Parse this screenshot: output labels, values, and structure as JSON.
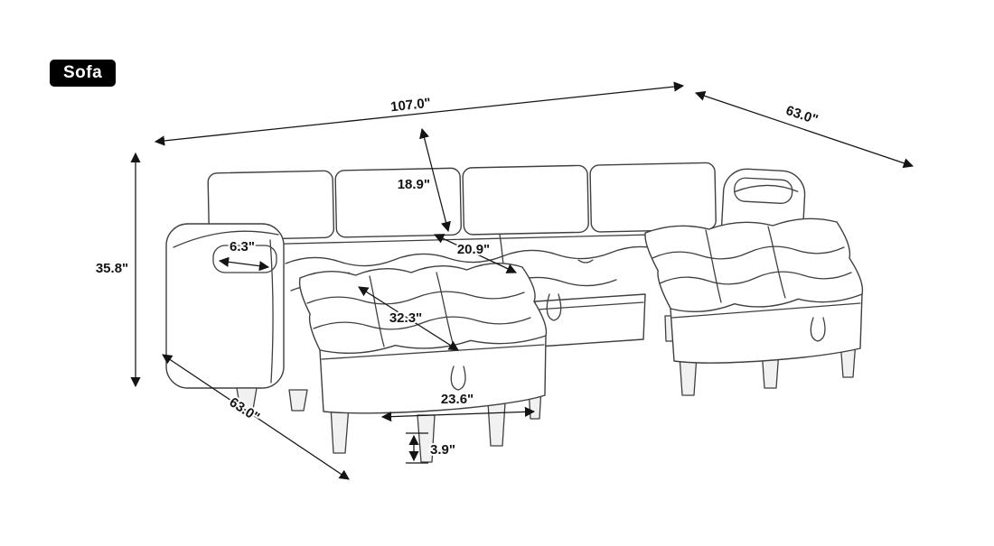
{
  "badge": {
    "label": "Sofa"
  },
  "product": {
    "type": "sectional-sofa-dimension-diagram"
  },
  "dimensions": {
    "overall_width": "107.0\"",
    "overall_depth_top": "63.0\"",
    "overall_height": "35.8\"",
    "overall_depth_bottom": "63.0\"",
    "back_height": "18.9\"",
    "seat_depth": "20.9\"",
    "armrest_width": "6.3\"",
    "chaise_length": "32.3\"",
    "ottoman_width": "23.6\"",
    "leg_height": "3.9\""
  },
  "colors": {
    "background": "#ffffff",
    "line": "#3f3f3f",
    "dimension_line": "#141414",
    "badge_bg": "#000000",
    "badge_text": "#ffffff"
  }
}
